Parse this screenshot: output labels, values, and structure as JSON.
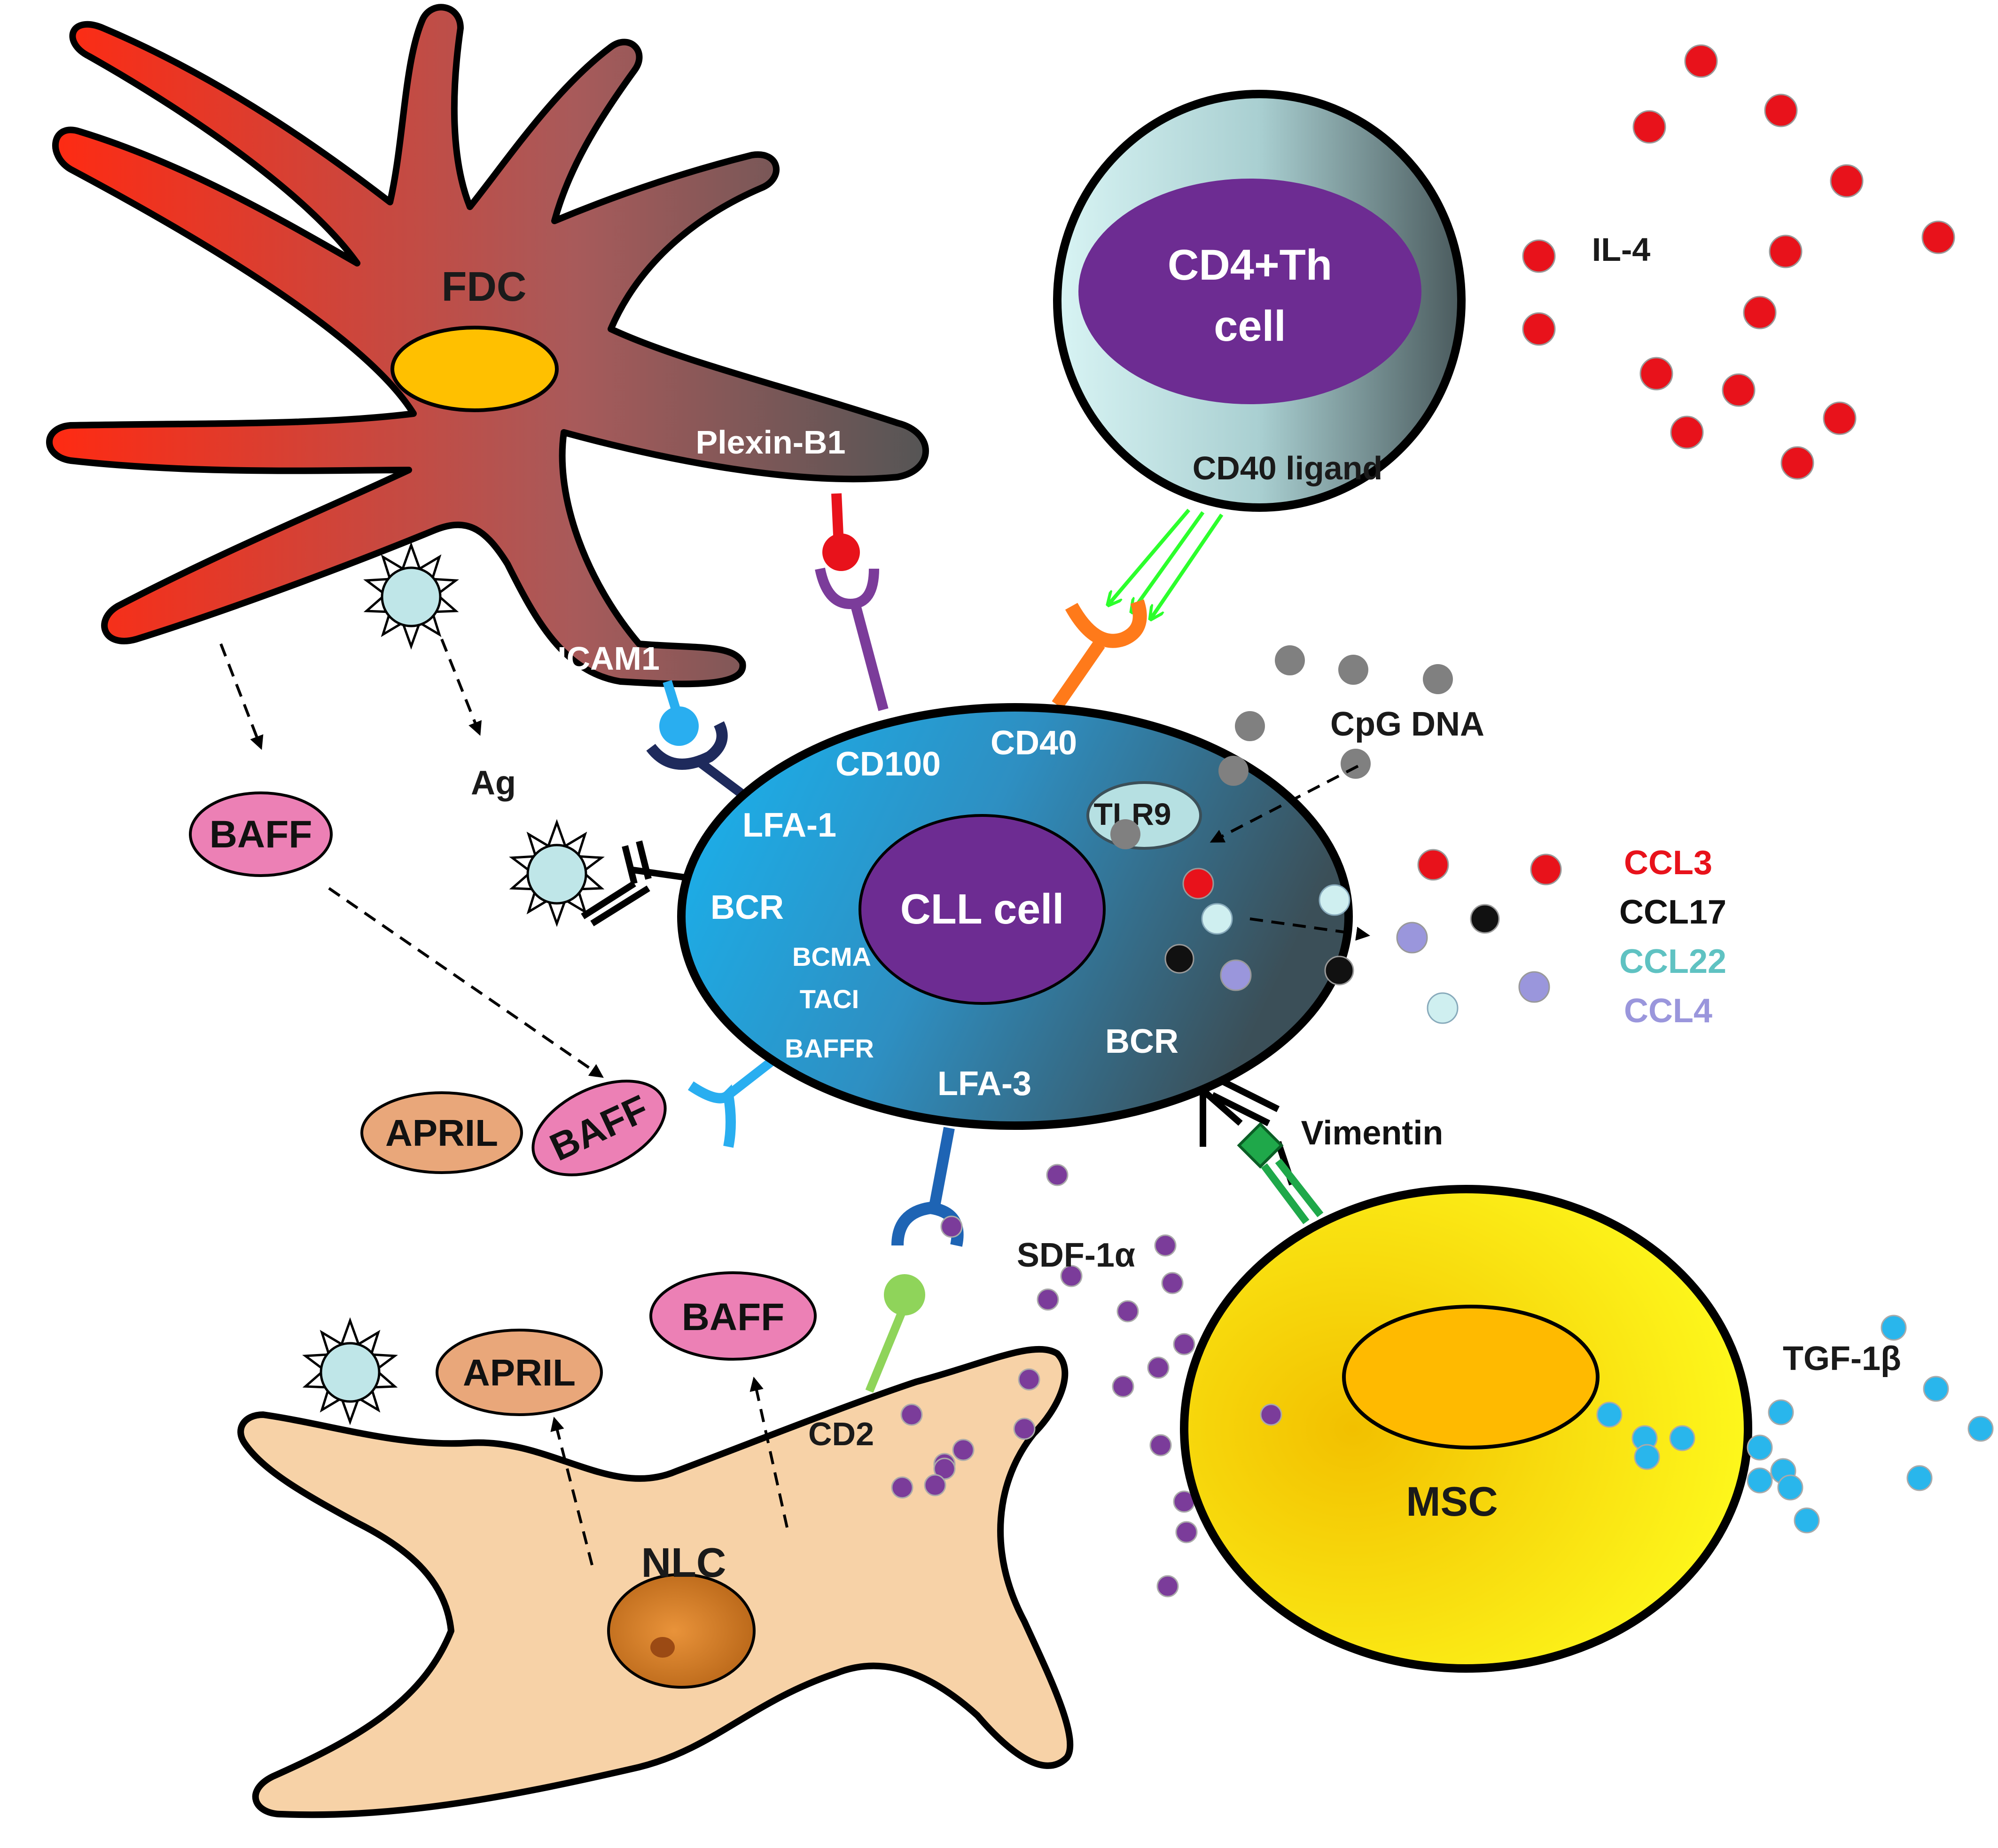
{
  "cells": {
    "fdc": {
      "label": "FDC"
    },
    "th": {
      "label_line1": "CD4+Th",
      "label_line2": "cell",
      "ligand": "CD40 ligand"
    },
    "cll": {
      "label": "CLL cell"
    },
    "nlc": {
      "label": "NLC"
    },
    "msc": {
      "label": "MSC"
    }
  },
  "fdc_molecules": {
    "plexin": "Plexin-B1",
    "icam": "ICAM1"
  },
  "cll_receptors": {
    "cd100": "CD100",
    "cd40": "CD40",
    "lfa1": "LFA-1",
    "bcr_left": "BCR",
    "bcma": "BCMA",
    "taci": "TACI",
    "baffr": "BAFFR",
    "lfa3": "LFA-3",
    "bcr_right": "BCR",
    "tlr9": "TLR9"
  },
  "ligands": {
    "ag": "Ag",
    "baff_top": "BAFF",
    "baff_mid": "BAFF",
    "april_mid": "APRIL",
    "baff_nlc": "BAFF",
    "april_nlc": "APRIL",
    "cd2": "CD2",
    "vimentin": "Vimentin"
  },
  "soluble_factors": {
    "il4": "IL-4",
    "cpg": "CpG DNA",
    "sdf": "SDF-1α",
    "tgf": "TGF-1β"
  },
  "chemokine_legend": [
    {
      "label": "CCL3",
      "color": "#e8121b"
    },
    {
      "label": "CCL17",
      "color": "#111111"
    },
    {
      "label": "CCL22",
      "color": "#5fc2c2"
    },
    {
      "label": "CCL4",
      "color": "#9a96dc"
    }
  ],
  "colors": {
    "fdc_red": "#f02818",
    "fdc_grey": "#606060",
    "cll_blue": "#16a8e6",
    "cll_dark": "#3d5560",
    "nucleus_purple": "#6d2c92",
    "th_light": "#cfeff0",
    "th_dark": "#4a5a5d",
    "msc_yellow": "#f7d400",
    "nlc_skin": "#f7d2a7",
    "il4_red": "#e8121b",
    "sdf_purple": "#7b3c9a",
    "tgf_blue": "#29b6ec",
    "cpg_grey": "#808080",
    "baff_pink": "#ec80b5",
    "april_tan": "#e9a77a"
  }
}
